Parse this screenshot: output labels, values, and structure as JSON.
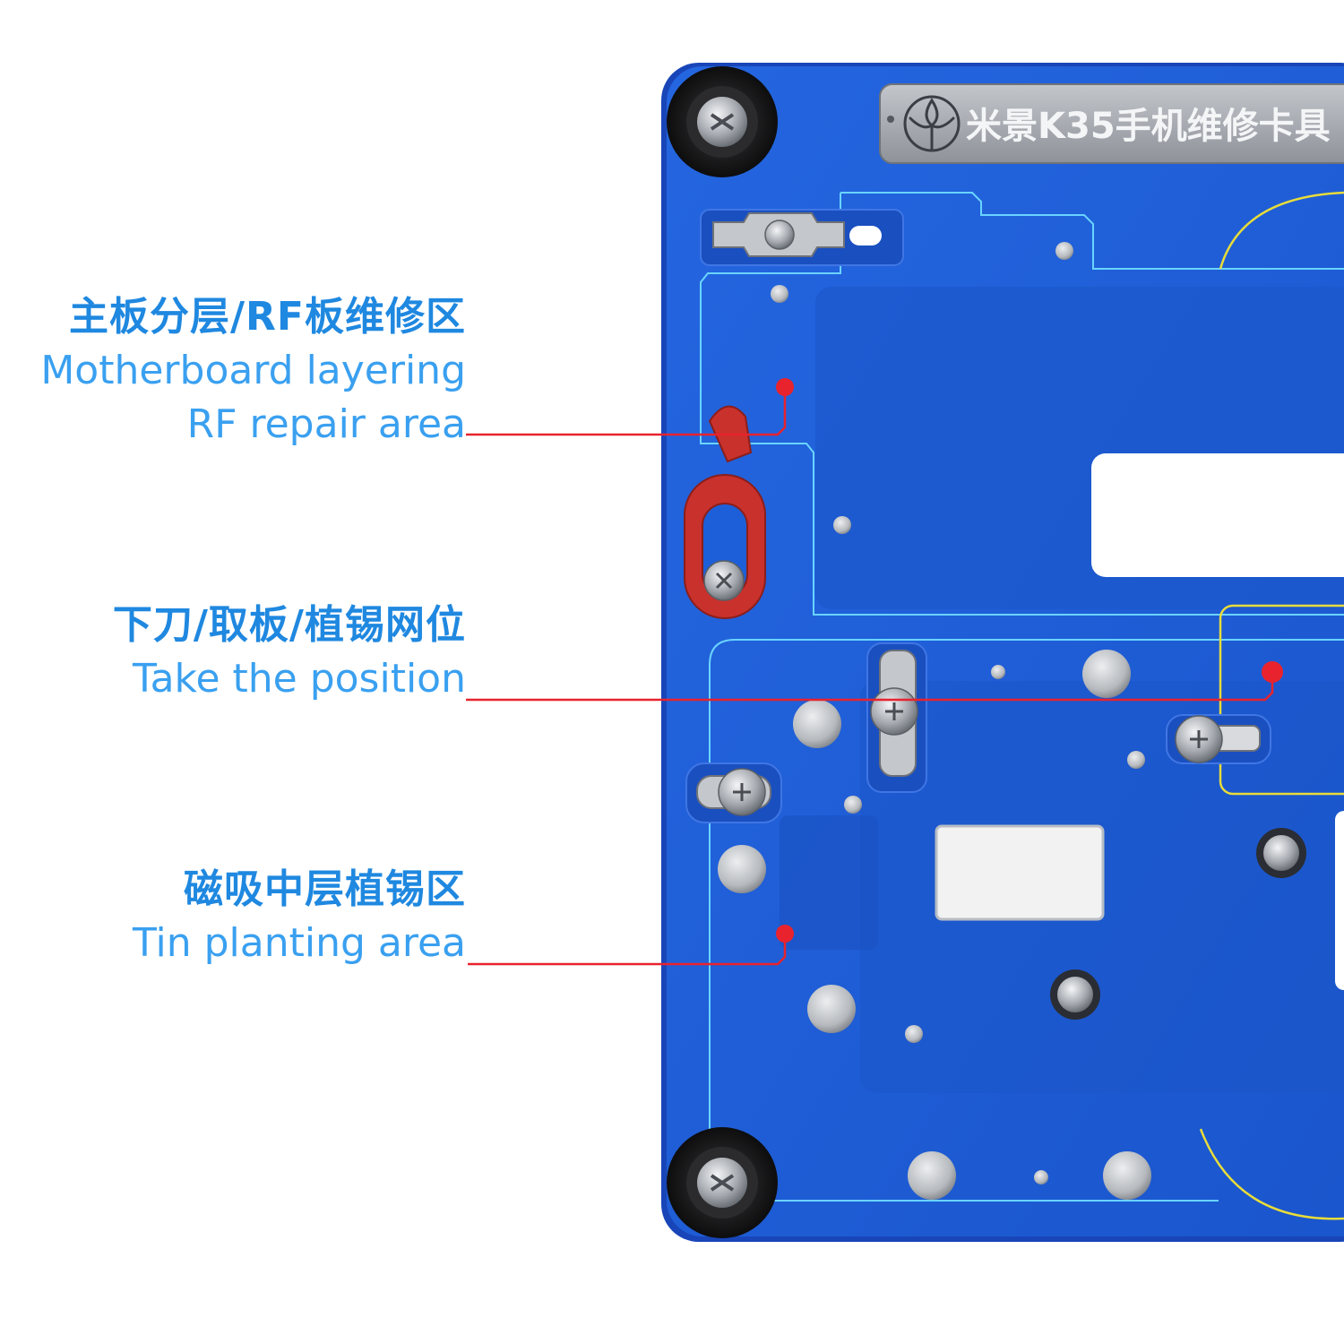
{
  "colors": {
    "label_zh": "#1f88e0",
    "label_en": "#3aa0f0",
    "callout_line": "#e8232e",
    "plate_blue": "#1d5fd8",
    "plate_edge": "#1845b8",
    "trace_line": "#6ad4ff",
    "yellow_outline": "#e8dc3a",
    "red_clamp": "#c9312c",
    "nameplate": "#a9acb3"
  },
  "nameplate": {
    "text": "米景K35手机维修卡具"
  },
  "callouts": [
    {
      "zh": "主板分层/RF板维修区",
      "en_lines": [
        "Motherboard layering",
        "RF repair area"
      ]
    },
    {
      "zh": "下刀/取板/植锡网位",
      "en_lines": [
        "Take the position"
      ]
    },
    {
      "zh": "磁吸中层植锡区",
      "en_lines": [
        "Tin planting area"
      ]
    }
  ],
  "icons": [
    "flower-logo-icon",
    "screw-icon",
    "magnet-icon"
  ]
}
